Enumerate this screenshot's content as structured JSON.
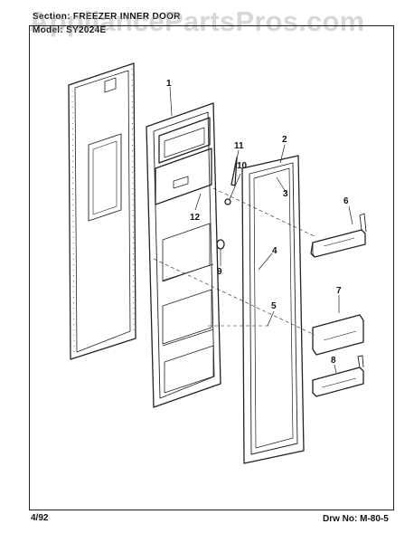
{
  "header": {
    "section": "Section: FREEZER INNER DOOR",
    "model": "Model: SY2024E"
  },
  "watermark": "AppliancePartsPros.com",
  "footer": {
    "date": "4/92",
    "drawing_number": "Drw No: M-80-5"
  },
  "callouts": [
    "1",
    "2",
    "3",
    "4",
    "5",
    "6",
    "7",
    "8",
    "9",
    "10",
    "11",
    "12"
  ],
  "colors": {
    "line": "#222222",
    "watermark": "#969696"
  }
}
